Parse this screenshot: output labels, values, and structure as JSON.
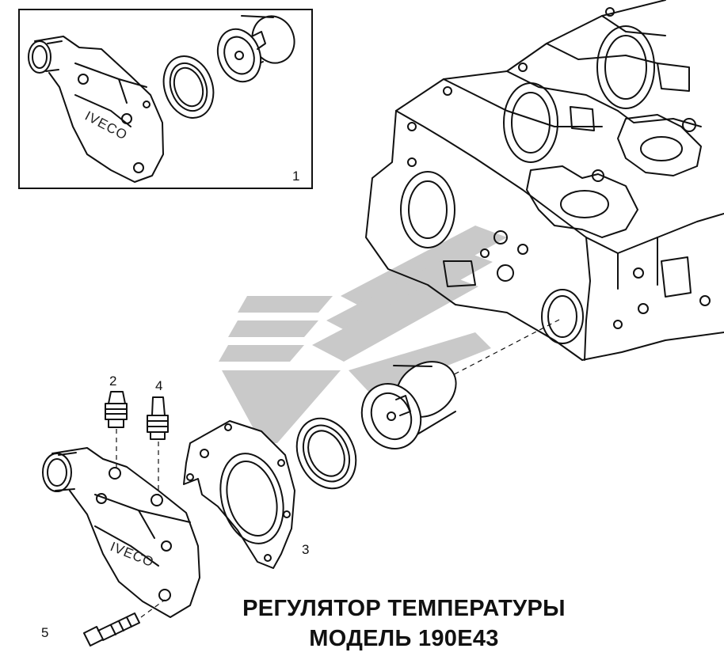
{
  "title_line1": "РЕГУЛЯТОР ТЕМПЕРАТУРЫ",
  "title_line2": "МОДЕЛЬ 190Е43",
  "callouts": {
    "inset": "1",
    "sensor_left": "2",
    "gasket": "3",
    "sensor_right": "4",
    "housing": "5"
  },
  "housing_brand": "IVECO",
  "colors": {
    "line": "#111111",
    "watermark": "#c8c8c8",
    "background": "#ffffff"
  }
}
